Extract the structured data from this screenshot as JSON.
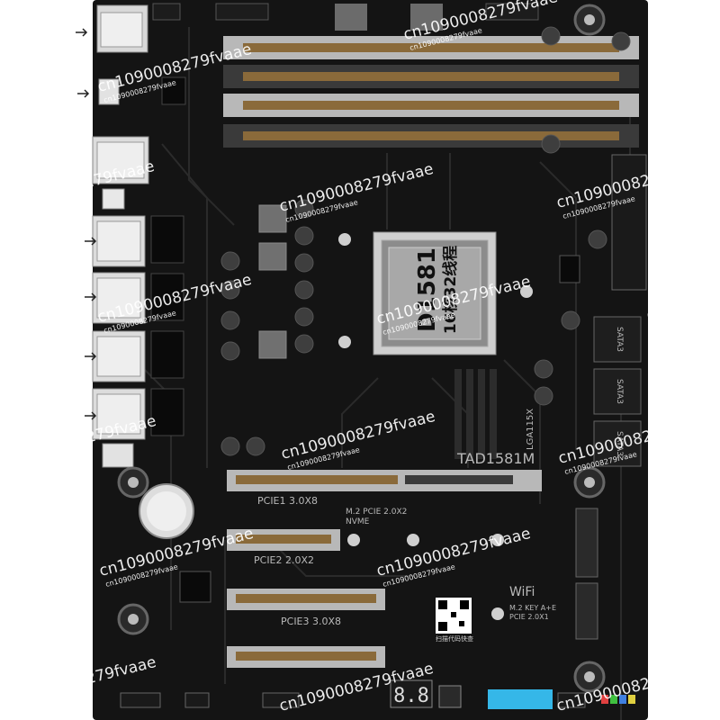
{
  "cpu": {
    "model": "D1581",
    "subtitle": "16核32线程"
  },
  "slot_labels": {
    "pcie1": "PCIE1 3.0X8",
    "pcie2": "PCIE2 2.0X2",
    "pcie3": "PCIE3 3.0X8",
    "m2": "M.2 PCIE 2.0X2",
    "nvme": "NVME",
    "wifi": "WiFi",
    "wifi_sub1": "M.2 KEY A+E",
    "wifi_sub2": "PCIE 2.0X1"
  },
  "sata_labels": [
    "SATA3",
    "SATA3",
    "SATA3"
  ],
  "board_model": "TAD1581M",
  "socket_label": "LGA115X",
  "debug_display": "8.8",
  "qr_caption": "扫描代码快查",
  "watermark_main": "cn1090008279fvaae",
  "watermark_small": "cn1090008279fvaae",
  "colors": {
    "board": "#141414",
    "trace": "#2a2a2a",
    "dimm_slot": "#b8b8b8",
    "dimm_contacts": "#8a6a3a",
    "pcie_slot": "#b8b8b8",
    "io_port": "#e0e0e0",
    "usb_header": "#35b7e8"
  }
}
